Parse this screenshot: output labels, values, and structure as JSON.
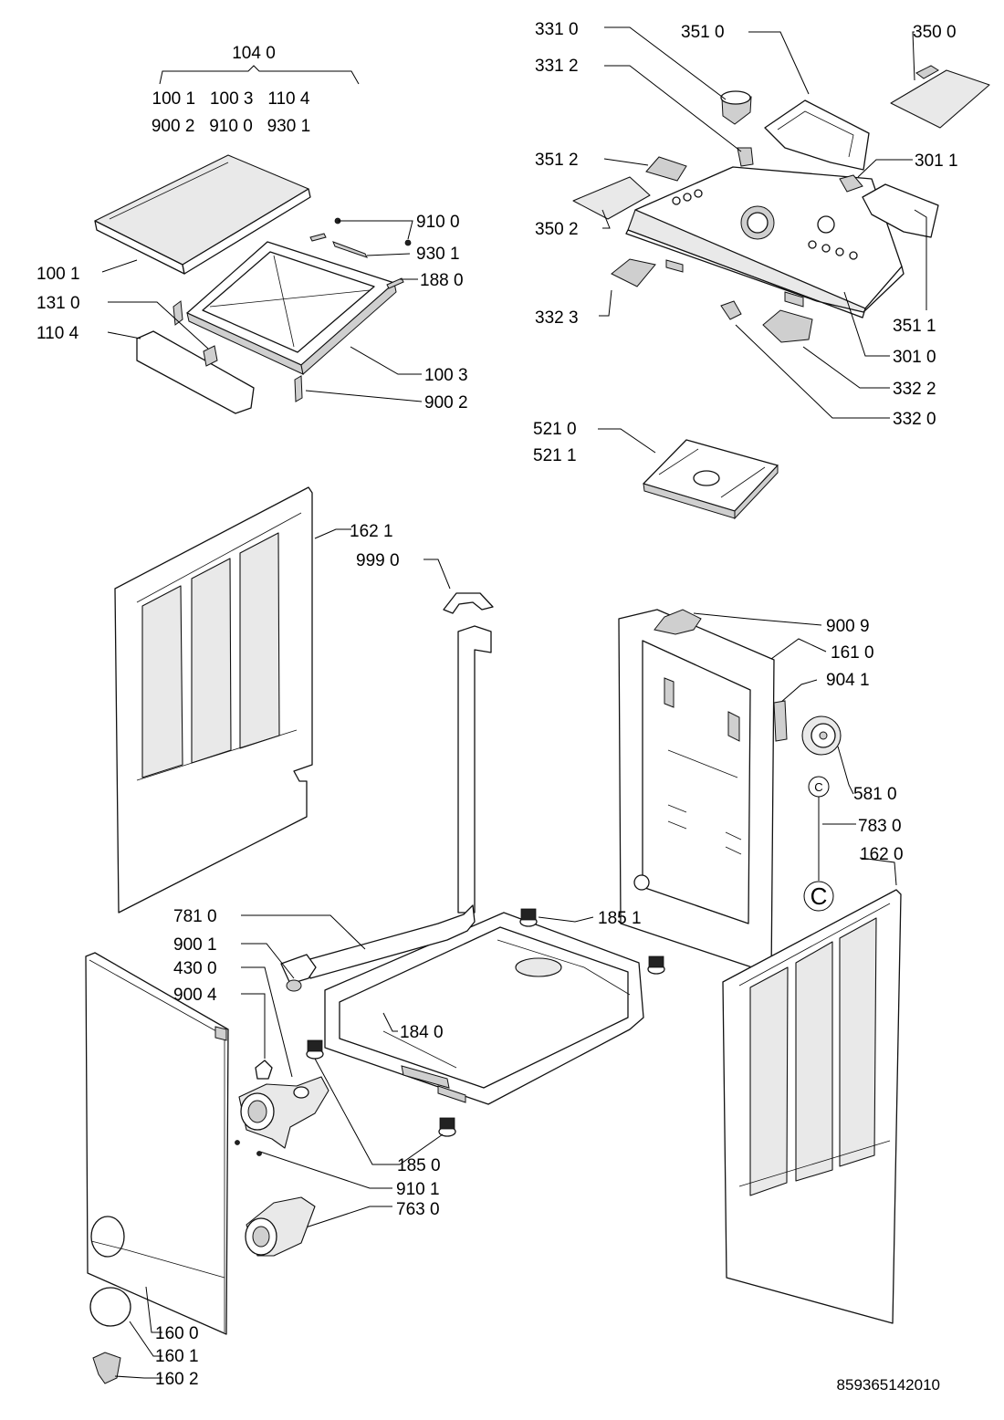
{
  "group_label": {
    "title": "104 0",
    "line1": "100 1   100 3   110 4",
    "line2": "900 2   910 0   930 1"
  },
  "labels": {
    "l1001": "100 1",
    "l1310": "131 0",
    "l1104": "110 4",
    "l9100": "910 0",
    "l9301": "930 1",
    "l1880": "188 0",
    "l1003": "100 3",
    "l9002": "900 2",
    "l3310": "331 0",
    "l3312": "331 2",
    "l3510": "351 0",
    "l3500": "350 0",
    "l3512": "351 2",
    "l3011": "301 1",
    "l3502": "350 2",
    "l3323": "332 3",
    "l3511": "351 1",
    "l3010": "301 0",
    "l3322": "332 2",
    "l3320": "332 0",
    "l5210": "521 0",
    "l5211": "521 1",
    "l1621": "162 1",
    "l9990": "999 0",
    "l9009": "900 9",
    "l1610": "161 0",
    "l9041": "904 1",
    "l5810": "581 0",
    "l7830": "783 0",
    "l1620": "162 0",
    "l7810": "781 0",
    "l9001": "900 1",
    "l4300": "430 0",
    "l9004": "900 4",
    "l1851": "185 1",
    "l1840": "184 0",
    "l1850": "185 0",
    "l9101": "910 1",
    "l7630": "763 0",
    "l1600": "160 0",
    "l1601": "160 1",
    "l1602": "160 2"
  },
  "connector_small": "C",
  "connector_big": "C",
  "doc_number": "859365142010"
}
